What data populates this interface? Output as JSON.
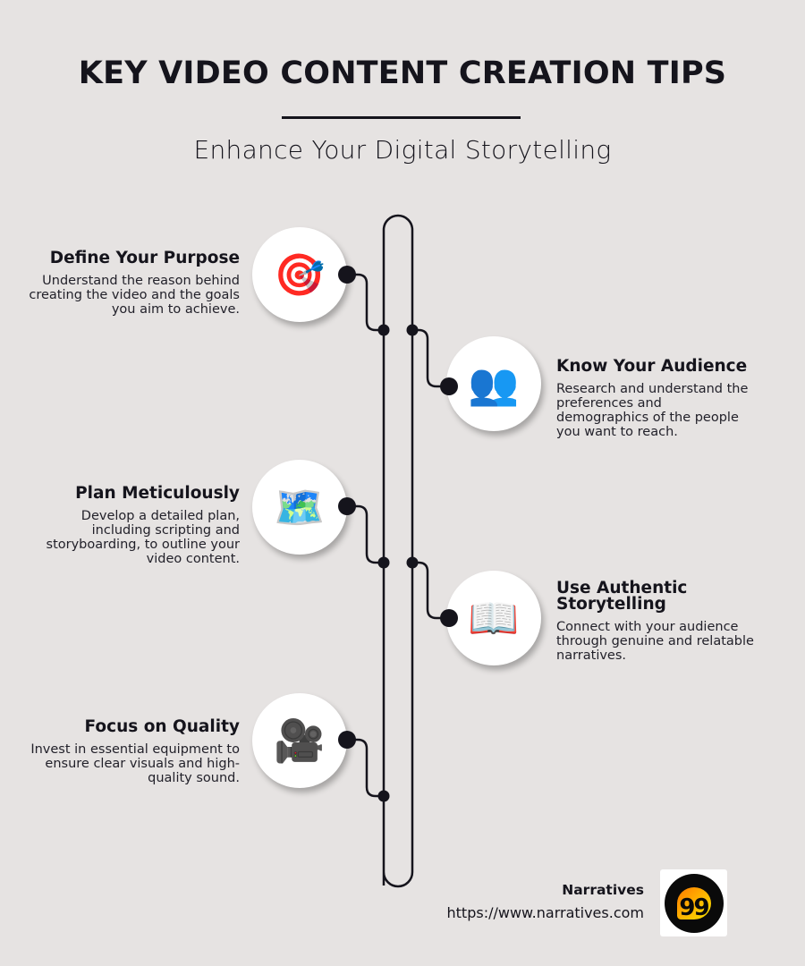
{
  "header": {
    "title": "KEY VIDEO CONTENT CREATION TIPS",
    "subtitle": "Enhance Your Digital Storytelling"
  },
  "colors": {
    "background": "#e6e3e2",
    "text": "#15141c",
    "line": "#15141c",
    "circle": "#ffffff"
  },
  "tips": [
    {
      "side": "left",
      "title": "Define Your Purpose",
      "description": "Understand the reason behind creating the video and the goals you aim to achieve.",
      "icon": "target-dart-icon",
      "icon_glyph": "🎯"
    },
    {
      "side": "right",
      "title": "Know Your Audience",
      "description": "Research and understand the preferences and demographics of the people you want to reach.",
      "icon": "people-silhouettes-icon",
      "icon_glyph": "👥"
    },
    {
      "side": "left",
      "title": "Plan Meticulously",
      "description": "Develop a detailed plan, including scripting and storyboarding, to outline your video content.",
      "icon": "world-map-icon",
      "icon_glyph": "🗺️"
    },
    {
      "side": "right",
      "title": "Use Authentic Storytelling",
      "description": "Connect with your audience through genuine and relatable narratives.",
      "icon": "open-book-icon",
      "icon_glyph": "📖"
    },
    {
      "side": "left",
      "title": "Focus on Quality",
      "description": "Invest in essential equipment to ensure clear visuals and high-quality sound.",
      "icon": "movie-camera-icon",
      "icon_glyph": "🎥"
    }
  ],
  "footer": {
    "brand_name": "Narratives",
    "url": "https://www.narratives.com",
    "logo_icon": "speech-bubble-quote-icon",
    "logo_glyph": "99"
  }
}
